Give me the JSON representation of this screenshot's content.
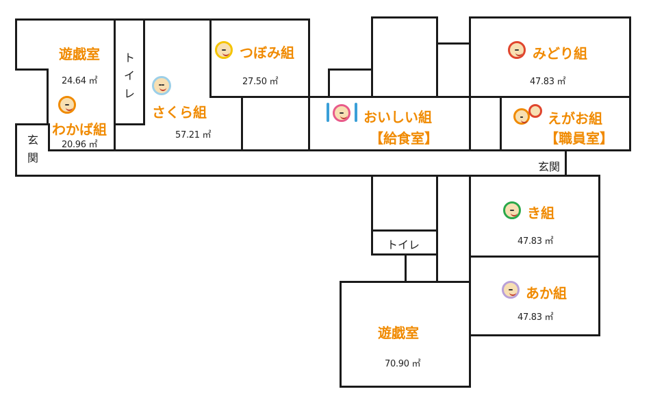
{
  "rooms": {
    "yugi1": {
      "name": "遊戯室",
      "area": "24.64 ㎡"
    },
    "wakaba": {
      "name": "わかば組",
      "area": "20.96 ㎡"
    },
    "toilet1": {
      "label": "トイレ"
    },
    "sakura": {
      "name": "さくら組",
      "area": "57.21 ㎡"
    },
    "tsubomi": {
      "name": "つぼみ組",
      "area": "27.50 ㎡"
    },
    "oishii": {
      "name": "おいしい組",
      "sub": "【給食室】"
    },
    "midori": {
      "name": "みどり組",
      "area": "47.83 ㎡"
    },
    "egao": {
      "name": "えがお組",
      "sub": "【職員室】"
    },
    "genkan1": {
      "label": "玄関"
    },
    "genkan2": {
      "label": "玄関"
    },
    "ki": {
      "name": "き組",
      "area": "47.83 ㎡"
    },
    "aka": {
      "name": "あか組",
      "area": "47.83 ㎡"
    },
    "toilet2": {
      "label": "トイレ"
    },
    "yugi2": {
      "name": "遊戯室",
      "area": "70.90 ㎡"
    }
  },
  "colors": {
    "label": "#f08a00",
    "wall": "#1a1a1a",
    "face_yellow": "#f5c400",
    "face_orange": "#f08a00",
    "face_blue": "#9ccfe8",
    "face_pink": "#e85a8a",
    "face_red": "#e0452d",
    "face_green": "#2aa84a",
    "face_purple": "#b8a0d8"
  }
}
